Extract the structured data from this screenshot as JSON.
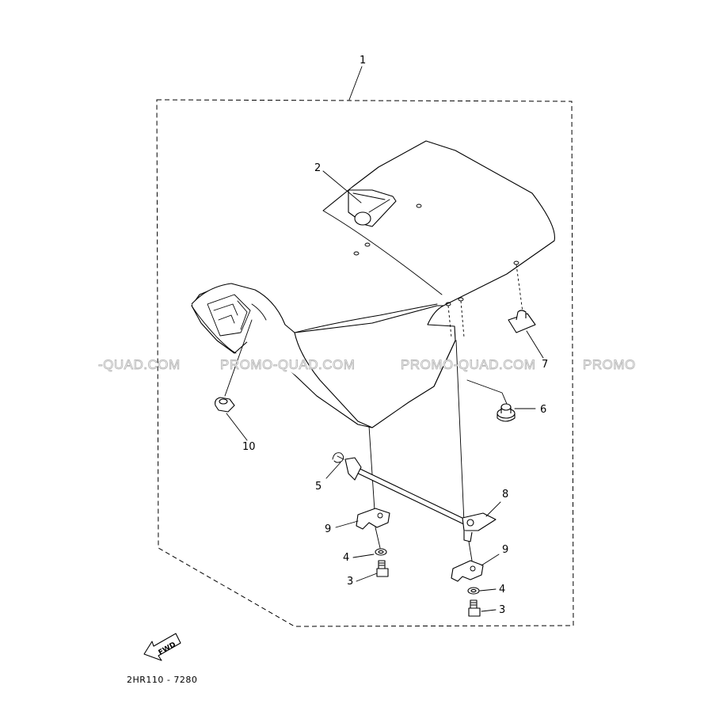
{
  "diagram": {
    "callouts": {
      "c1": "1",
      "c2": "2",
      "c3a": "3",
      "c3b": "3",
      "c4a": "4",
      "c4b": "4",
      "c5": "5",
      "c6": "6",
      "c7": "7",
      "c8": "8",
      "c9a": "9",
      "c9b": "9",
      "c10": "10"
    },
    "diagram_code": "2HR110 - 7280",
    "fwd_label": "FWD",
    "watermarks": [
      "-QUAD.COM",
      "PROMO-QUAD.COM",
      "PROMO-QUAD.COM",
      "PROMO"
    ]
  }
}
